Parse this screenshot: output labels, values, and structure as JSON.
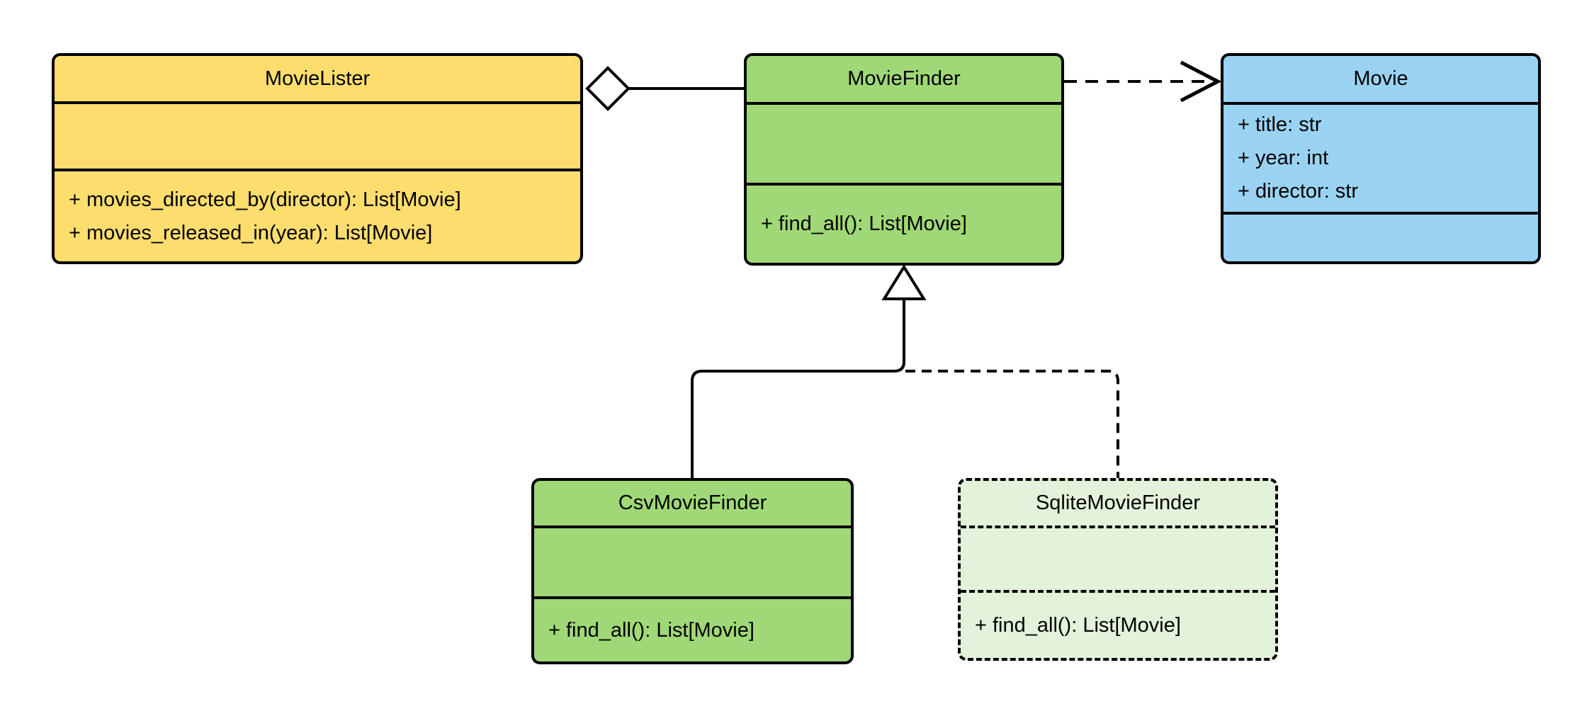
{
  "diagram": {
    "type": "uml-class-diagram",
    "background": "#ffffff",
    "stroke_color": "#000000",
    "classes": [
      {
        "name": "MovieLister",
        "fill": "#FDDD6E",
        "border": "solid",
        "attributes": [],
        "methods": [
          "+ movies_directed_by(director): List[Movie]",
          "+ movies_released_in(year): List[Movie]"
        ]
      },
      {
        "name": "MovieFinder",
        "fill": "#A0D877",
        "border": "solid",
        "attributes": [],
        "methods": [
          "+ find_all(): List[Movie]"
        ]
      },
      {
        "name": "Movie",
        "fill": "#9AD2F2",
        "border": "solid",
        "attributes": [
          "+ title: str",
          "+ year: int",
          "+ director: str"
        ],
        "methods": []
      },
      {
        "name": "CsvMovieFinder",
        "fill": "#A0D877",
        "border": "solid",
        "attributes": [],
        "methods": [
          "+ find_all(): List[Movie]"
        ]
      },
      {
        "name": "SqliteMovieFinder",
        "fill": "#E3F2DA",
        "border": "dashed",
        "attributes": [],
        "methods": [
          "+ find_all(): List[Movie]"
        ]
      }
    ],
    "relationships": [
      {
        "type": "aggregation",
        "from": "MovieLister",
        "to": "MovieFinder",
        "line": "solid",
        "marker": "hollow-diamond-at-source"
      },
      {
        "type": "dependency",
        "from": "MovieFinder",
        "to": "Movie",
        "line": "dashed",
        "marker": "open-arrow-at-target"
      },
      {
        "type": "generalization",
        "from": "CsvMovieFinder",
        "to": "MovieFinder",
        "line": "solid",
        "marker": "hollow-triangle-at-target"
      },
      {
        "type": "generalization",
        "from": "SqliteMovieFinder",
        "to": "MovieFinder",
        "line": "dashed",
        "marker": "hollow-triangle-at-target"
      }
    ]
  }
}
